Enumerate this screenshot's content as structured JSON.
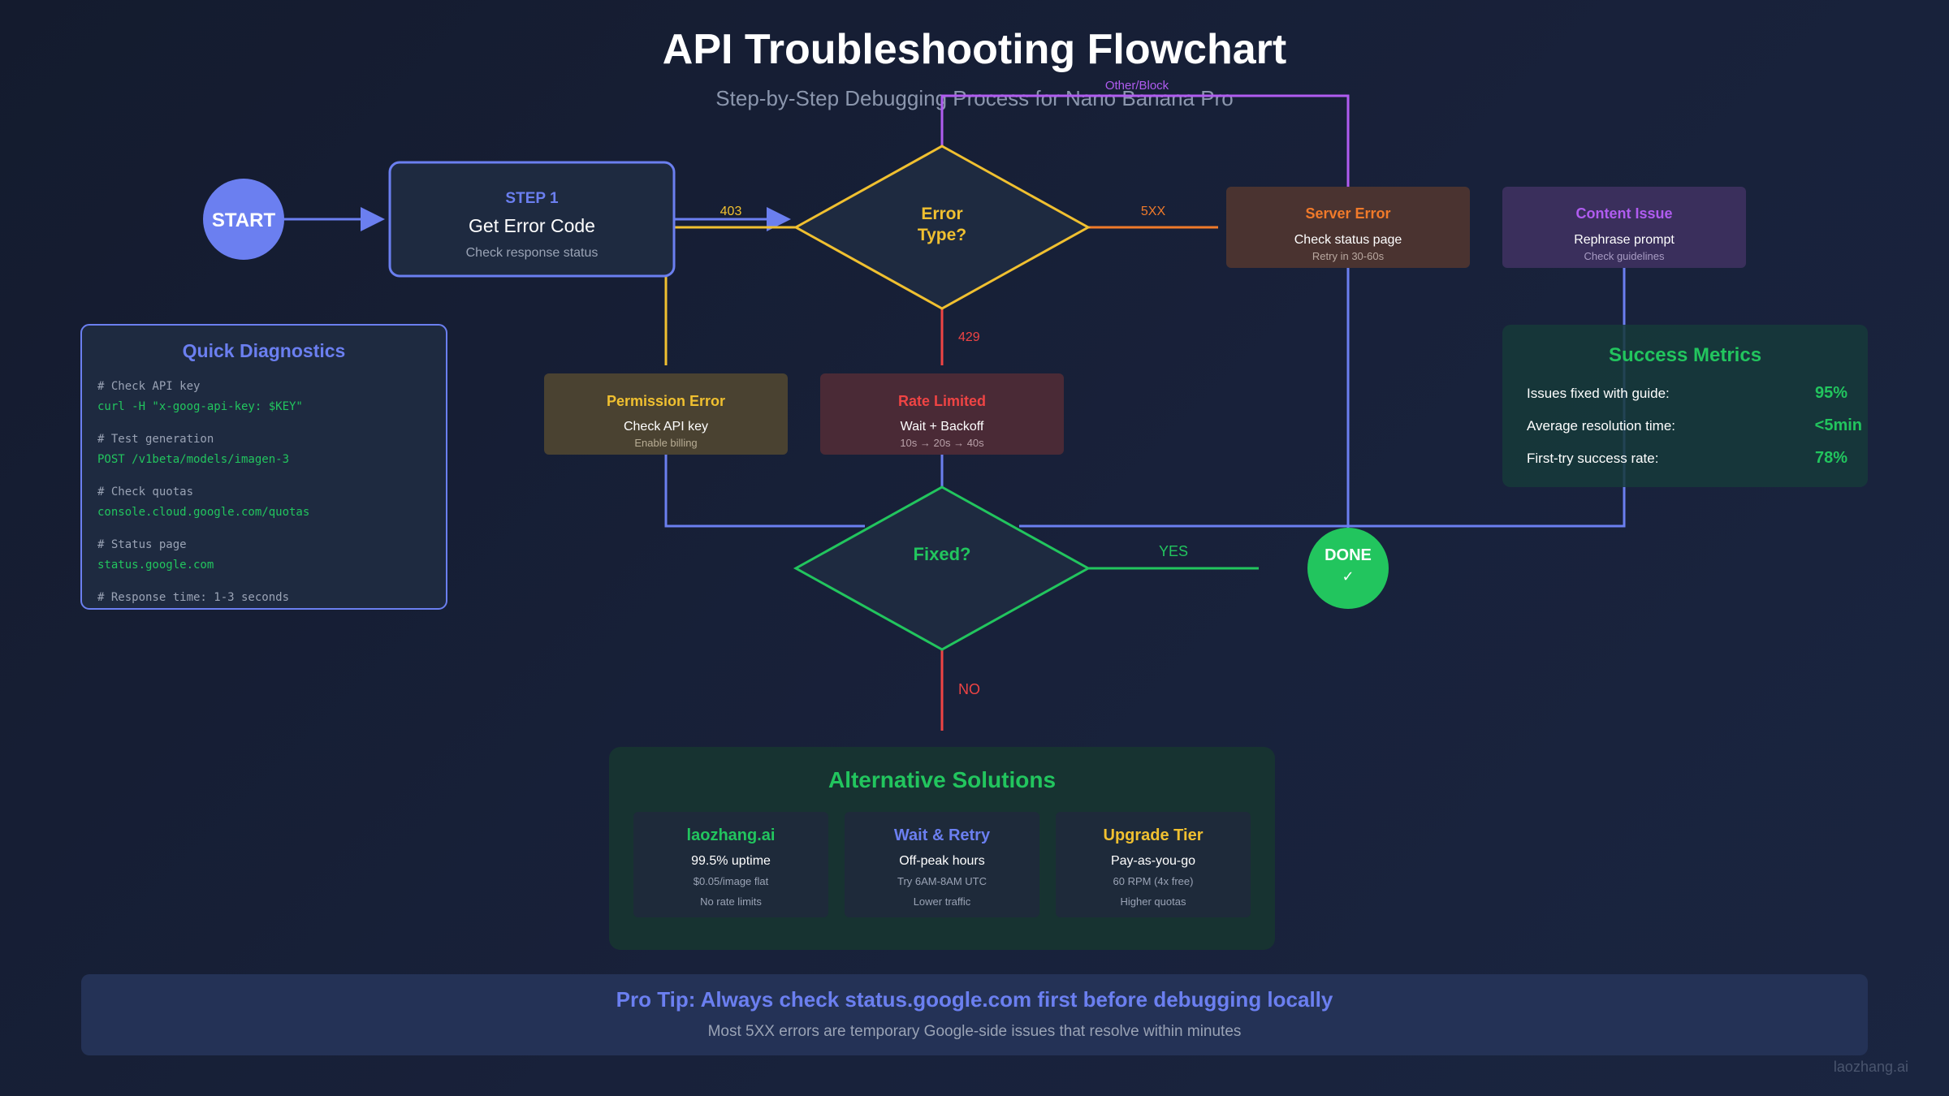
{
  "header": {
    "title": "API Troubleshooting Flowchart",
    "subtitle": "Step-by-Step Debugging Process for Nano Banana Pro"
  },
  "colors": {
    "blue": "#6b7ff0",
    "yellow": "#f0c030",
    "orange": "#f07a2a",
    "red": "#ef4444",
    "purple": "#b05cf0",
    "green": "#22c55e"
  },
  "start": {
    "label": "START"
  },
  "step1": {
    "title": "STEP 1",
    "main": "Get Error Code",
    "sub": "Check response status"
  },
  "error_type": {
    "line1": "Error",
    "line2": "Type?"
  },
  "edges": {
    "e403": "403",
    "e5xx": "5XX",
    "e429": "429",
    "other": "Other/Block",
    "yes": "YES",
    "no": "NO"
  },
  "server_error": {
    "title": "Server Error",
    "main": "Check status page",
    "sub": "Retry in 30-60s"
  },
  "content_issue": {
    "title": "Content Issue",
    "main": "Rephrase prompt",
    "sub": "Check guidelines"
  },
  "permission_error": {
    "title": "Permission Error",
    "main": "Check API key",
    "sub": "Enable billing"
  },
  "rate_limited": {
    "title": "Rate Limited",
    "main": "Wait + Backoff",
    "sub": "10s → 20s → 40s"
  },
  "fixed": {
    "label": "Fixed?"
  },
  "done": {
    "label": "DONE",
    "check": "✓"
  },
  "diagnostics": {
    "title": "Quick Diagnostics",
    "lines": [
      {
        "comment": "# Check API key",
        "code": "curl -H \"x-goog-api-key: $KEY\""
      },
      {
        "comment": "# Test generation",
        "code": "POST /v1beta/models/imagen-3"
      },
      {
        "comment": "# Check quotas",
        "code": "console.cloud.google.com/quotas"
      },
      {
        "comment": "# Status page",
        "code": "status.google.com"
      }
    ],
    "footer": "# Response time: 1-3 seconds"
  },
  "metrics": {
    "title": "Success Metrics",
    "rows": [
      {
        "label": "Issues fixed with guide:",
        "value": "95%"
      },
      {
        "label": "Average resolution time:",
        "value": "<5min"
      },
      {
        "label": "First-try success rate:",
        "value": "78%"
      }
    ]
  },
  "alternatives": {
    "title": "Alternative Solutions",
    "cards": [
      {
        "title": "laozhang.ai",
        "main": "99.5% uptime",
        "sub1": "$0.05/image flat",
        "sub2": "No rate limits"
      },
      {
        "title": "Wait & Retry",
        "main": "Off-peak hours",
        "sub1": "Try 6AM-8AM UTC",
        "sub2": "Lower traffic"
      },
      {
        "title": "Upgrade Tier",
        "main": "Pay-as-you-go",
        "sub1": "60 RPM (4x free)",
        "sub2": "Higher quotas"
      }
    ]
  },
  "pro_tip": {
    "title": "Pro Tip: Always check status.google.com first before debugging locally",
    "sub": "Most 5XX errors are temporary Google-side issues that resolve within minutes"
  },
  "watermark": "laozhang.ai"
}
